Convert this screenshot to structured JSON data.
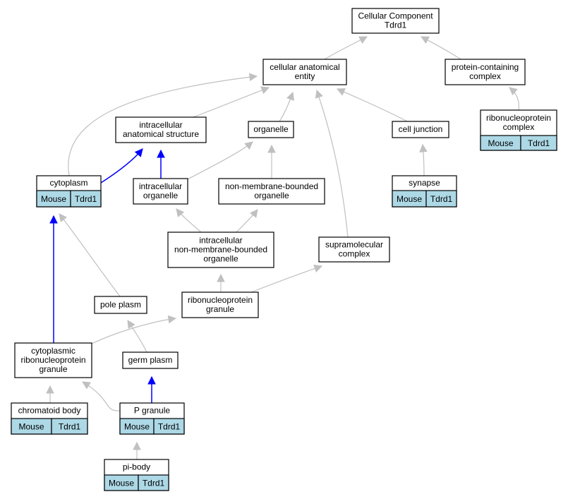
{
  "colors": {
    "edge_default": "#c0c0c0",
    "edge_highlight": "#0000ff",
    "annotation_fill": "#add8e6"
  },
  "nodes": {
    "root": {
      "lines": [
        "Cellular Component",
        "Tdrd1"
      ]
    },
    "cae": {
      "lines": [
        "cellular anatomical",
        "entity"
      ]
    },
    "pcc": {
      "lines": [
        "protein-containing",
        "complex"
      ]
    },
    "rnpc": {
      "lines": [
        "ribonucleoprotein",
        "complex"
      ],
      "annotation": [
        "Mouse",
        "Tdrd1"
      ]
    },
    "ias": {
      "lines": [
        "intracellular",
        "anatomical structure"
      ]
    },
    "organelle": {
      "lines": [
        "organelle"
      ]
    },
    "celljunction": {
      "lines": [
        "cell junction"
      ]
    },
    "cytoplasm": {
      "lines": [
        "cytoplasm"
      ],
      "annotation": [
        "Mouse",
        "Tdrd1"
      ]
    },
    "intorg": {
      "lines": [
        "intracellular",
        "organelle"
      ]
    },
    "nmbo": {
      "lines": [
        "non-membrane-bounded",
        "organelle"
      ]
    },
    "synapse": {
      "lines": [
        "synapse"
      ],
      "annotation": [
        "Mouse",
        "Tdrd1"
      ]
    },
    "inmbo": {
      "lines": [
        "intracellular",
        "non-membrane-bounded",
        "organelle"
      ]
    },
    "smc": {
      "lines": [
        "supramolecular",
        "complex"
      ]
    },
    "poleplasm": {
      "lines": [
        "pole plasm"
      ]
    },
    "rnpg": {
      "lines": [
        "ribonucleoprotein",
        "granule"
      ]
    },
    "crnpg": {
      "lines": [
        "cytoplasmic",
        "ribonucleoprotein",
        "granule"
      ]
    },
    "germplasm": {
      "lines": [
        "germ plasm"
      ]
    },
    "chromatoid": {
      "lines": [
        "chromatoid body"
      ],
      "annotation": [
        "Mouse",
        "Tdrd1"
      ]
    },
    "pgranule": {
      "lines": [
        "P granule"
      ],
      "annotation": [
        "Mouse",
        "Tdrd1"
      ]
    },
    "pibody": {
      "lines": [
        "pi-body"
      ],
      "annotation": [
        "Mouse",
        "Tdrd1"
      ]
    }
  },
  "edges": [
    {
      "from": "cae",
      "to": "root",
      "highlight": false
    },
    {
      "from": "pcc",
      "to": "root",
      "highlight": false
    },
    {
      "from": "rnpc",
      "to": "pcc",
      "highlight": false
    },
    {
      "from": "ias",
      "to": "cae",
      "highlight": false
    },
    {
      "from": "organelle",
      "to": "cae",
      "highlight": false
    },
    {
      "from": "celljunction",
      "to": "cae",
      "highlight": false
    },
    {
      "from": "cytoplasm",
      "to": "cae",
      "highlight": false
    },
    {
      "from": "smc",
      "to": "cae",
      "highlight": false
    },
    {
      "from": "cytoplasm",
      "to": "ias",
      "highlight": true
    },
    {
      "from": "intorg",
      "to": "ias",
      "highlight": true
    },
    {
      "from": "intorg",
      "to": "organelle",
      "highlight": false
    },
    {
      "from": "nmbo",
      "to": "organelle",
      "highlight": false
    },
    {
      "from": "synapse",
      "to": "celljunction",
      "highlight": false
    },
    {
      "from": "inmbo",
      "to": "intorg",
      "highlight": false
    },
    {
      "from": "inmbo",
      "to": "nmbo",
      "highlight": false
    },
    {
      "from": "rnpg",
      "to": "inmbo",
      "highlight": false
    },
    {
      "from": "rnpg",
      "to": "smc",
      "highlight": false
    },
    {
      "from": "poleplasm",
      "to": "cytoplasm",
      "highlight": false
    },
    {
      "from": "crnpg",
      "to": "cytoplasm",
      "highlight": true
    },
    {
      "from": "crnpg",
      "to": "rnpg",
      "highlight": false
    },
    {
      "from": "germplasm",
      "to": "poleplasm",
      "highlight": false
    },
    {
      "from": "chromatoid",
      "to": "crnpg",
      "highlight": false
    },
    {
      "from": "pgranule",
      "to": "crnpg",
      "highlight": false
    },
    {
      "from": "pgranule",
      "to": "germplasm",
      "highlight": true
    },
    {
      "from": "pibody",
      "to": "pgranule",
      "highlight": false
    }
  ]
}
